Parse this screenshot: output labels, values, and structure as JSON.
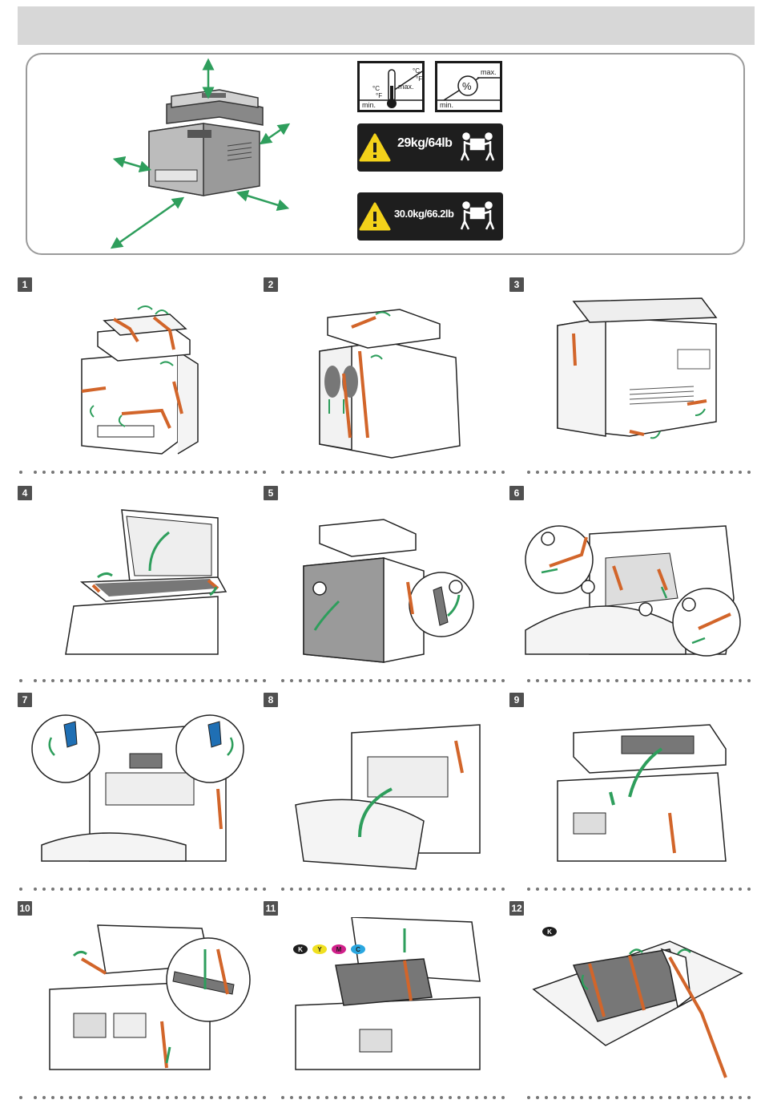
{
  "env_labels": {
    "temp_c_top": "°C",
    "temp_f_top": "°F",
    "temp_c_low": "°C",
    "temp_f_low": "°F",
    "temp_max": "max.",
    "temp_min": "min.",
    "hum_symbol": "%",
    "hum_max": "max.",
    "hum_min": "min.",
    "weight_1": "29kg/64lb",
    "weight_2": "30.0kg/66.2lb"
  },
  "steps": [
    {
      "num": "1"
    },
    {
      "num": "2"
    },
    {
      "num": "3"
    },
    {
      "num": "4"
    },
    {
      "num": "5"
    },
    {
      "num": "6"
    },
    {
      "num": "7"
    },
    {
      "num": "8"
    },
    {
      "num": "9"
    },
    {
      "num": "10"
    },
    {
      "num": "11"
    },
    {
      "num": "12"
    }
  ],
  "toner_labels": {
    "k": "K",
    "y": "Y",
    "m": "M",
    "c": "C",
    "k_single": "K"
  },
  "colors": {
    "header_gray": "#d7d7d7",
    "tape_orange": "#d2652a",
    "arrow_green": "#2e9e5c",
    "label_black": "#1e1e1e",
    "warning_yellow": "#f3d21a",
    "toner_yellow": "#f0e020",
    "toner_magenta": "#d0208a",
    "toner_cyan": "#2aa7e0"
  },
  "icons": [
    "arrow-icon",
    "warning-triangle-icon",
    "two-person-lift-icon",
    "thermometer-icon",
    "humidity-icon"
  ]
}
